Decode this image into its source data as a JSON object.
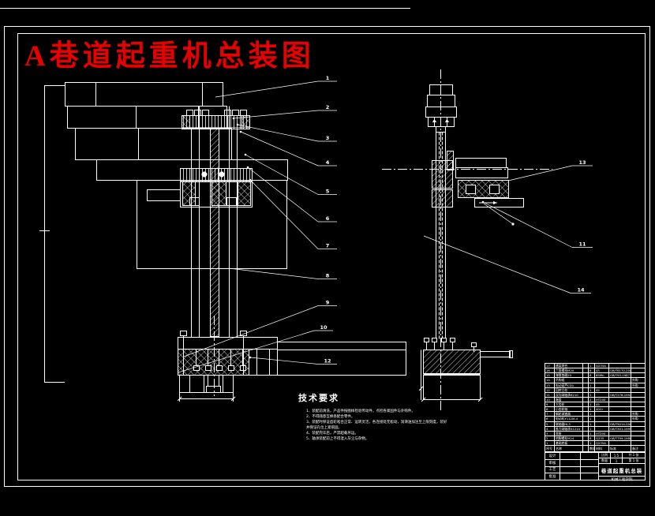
{
  "title": {
    "text": "A巷道起重机总装图",
    "color": "#e60000"
  },
  "colors": {
    "background": "#000000",
    "linework": "#ffffff",
    "title_red": "#e60000"
  },
  "tech_requirements": {
    "heading": "技术要求",
    "items": [
      "1、装配前清洗，产品件按图样检验传动件，点检各紧固件与外购件。",
      "2、不得随意互换各配合零件。",
      "3、装配时保证齿轮啮合正常、运转灵活，各连接处无松动，润滑油加注至上限刻度，装好",
      "并保证孔位上紧锁固。",
      "4、装配完毕后，严禁超载吊运。",
      "5、轴承装配前上不得混入灰尘与杂物。"
    ]
  },
  "balloons": {
    "left": [
      "1",
      "2",
      "3",
      "4",
      "5",
      "6",
      "7",
      "8",
      "9",
      "10",
      "12"
    ],
    "right": [
      "13",
      "11",
      "14"
    ]
  },
  "bom": {
    "headers": [
      "序号",
      "名称",
      "",
      "数量",
      "材料",
      "标准",
      "备注"
    ],
    "rows": [
      [
        "17",
        "横梁焊合",
        "",
        "1",
        "Q235A",
        "",
        ""
      ],
      [
        "16",
        "六角螺母M20",
        "",
        "8",
        "45",
        "GB/T6170-2000",
        ""
      ],
      [
        "15",
        "弹簧垫圈20",
        "",
        "8",
        "65Mn",
        "GB/T93-1987",
        ""
      ],
      [
        "14",
        "吊钩组",
        "",
        "1",
        "",
        "",
        "外购"
      ],
      [
        "13",
        "电动葫芦CD1",
        "",
        "1",
        "",
        "",
        "外购"
      ],
      [
        "12",
        "回转立柱",
        "",
        "1",
        "45",
        "",
        ""
      ],
      [
        "11",
        "深沟球轴承6210",
        "",
        "2",
        "",
        "GB/T276-1994",
        ""
      ],
      [
        "10",
        "端盖",
        "",
        "2",
        "HT200",
        "",
        ""
      ],
      [
        "9",
        "大齿轮",
        "",
        "1",
        "45",
        "",
        ""
      ],
      [
        "8",
        "小齿轮轴",
        "",
        "1",
        "40Cr",
        "",
        ""
      ],
      [
        "7",
        "蜗轮减速器",
        "",
        "1",
        "",
        "",
        "外购"
      ],
      [
        "6",
        "电动机Y112M-4",
        "",
        "1",
        "",
        "",
        "外购"
      ],
      [
        "5",
        "联轴器HL3",
        "",
        "1",
        "",
        "GB/T5014-2003",
        ""
      ],
      [
        "4",
        "推力球轴承51210",
        "",
        "1",
        "",
        "GB/T301-1995",
        ""
      ],
      [
        "3",
        "底座",
        "",
        "1",
        "HT200",
        "",
        ""
      ],
      [
        "2",
        "地脚螺栓M24",
        "",
        "6",
        "Q235",
        "GB/T799-1988",
        ""
      ],
      [
        "1",
        "基础底板",
        "",
        "1",
        "Q235A",
        "",
        ""
      ]
    ]
  },
  "title_block": {
    "sign_labels": [
      "设计",
      "审核",
      "工艺",
      "批准"
    ],
    "scale_label": "比例",
    "scale_value": "1:5",
    "qty_label": "数量",
    "qty_value": "1",
    "sheets": "共 1 张",
    "sheet": "第 1 张",
    "name": "巷道起重机总装",
    "org": "机械工程学院"
  }
}
